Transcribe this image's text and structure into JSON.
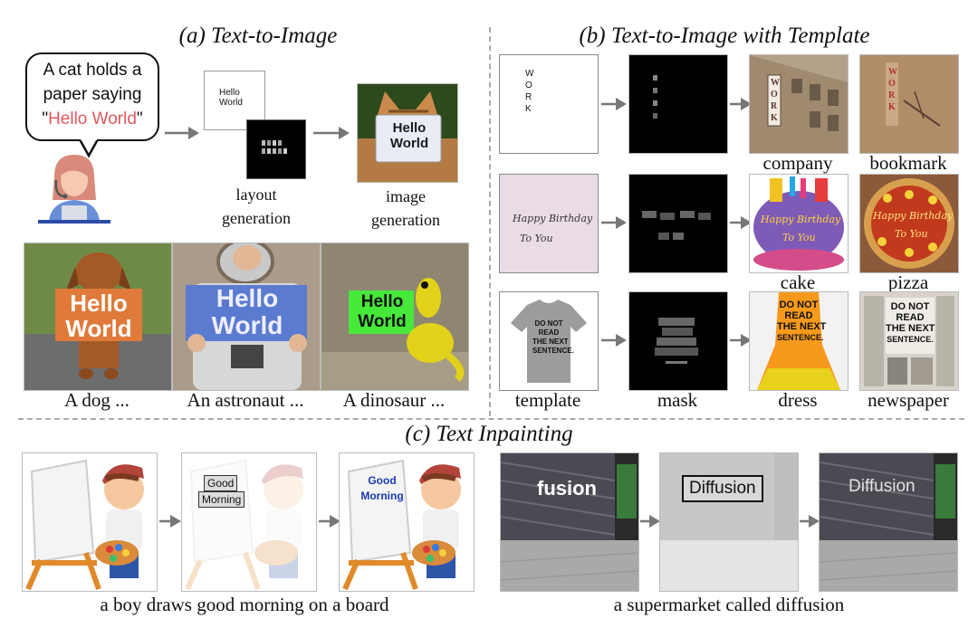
{
  "sections": {
    "a_title": "(a) Text-to-Image",
    "b_title": "(b) Text-to-Image with Template",
    "c_title": "(c) Text Inpainting"
  },
  "panel_a": {
    "prompt_line1": "A cat holds a",
    "prompt_line2": "paper saying",
    "prompt_quote_open": "\"",
    "prompt_highlight": "Hello World",
    "prompt_quote_close": "\"",
    "layout_text_line1": "Hello",
    "layout_text_line2": "World",
    "layout_label_line1": "layout",
    "layout_label_line2": "generation",
    "image_label_line1": "image",
    "image_label_line2": "generation",
    "cat_sign_line1": "Hello",
    "cat_sign_line2": "World",
    "examples": [
      {
        "caption": "A dog ...",
        "sign1": "Hello",
        "sign2": "World"
      },
      {
        "caption": "An astronaut ...",
        "sign1": "Hello",
        "sign2": "World"
      },
      {
        "caption": "A dinosaur ...",
        "sign1": "Hello",
        "sign2": "World"
      }
    ]
  },
  "panel_b": {
    "rows": [
      {
        "template_text": "W O R K",
        "out1_label": "company",
        "out2_label": "bookmark"
      },
      {
        "template_text": "Happy Birthday To You",
        "out1_label": "cake",
        "out2_label": "pizza"
      },
      {
        "template_text": "DO NOT READ THE NEXT SENTENCE.",
        "out1_label": "dress",
        "out2_label": "newspaper"
      }
    ],
    "col_labels": {
      "template": "template",
      "mask": "mask"
    },
    "work_letters": [
      "W",
      "O",
      "R",
      "K"
    ],
    "birthday_line1": "Happy Birthday",
    "birthday_line2": "To You",
    "shirt_lines": [
      "DO NOT",
      "READ",
      "THE NEXT",
      "SENTENCE."
    ]
  },
  "panel_c": {
    "left_caption": "a boy draws good morning on a board",
    "right_caption": "a supermarket called diffusion",
    "box_line1": "Good",
    "box_line2": "Morning",
    "board_line1": "Good",
    "board_line2": "Morning",
    "store_original": "fusion",
    "store_box": "Diffusion",
    "store_result": "Diffusion"
  }
}
